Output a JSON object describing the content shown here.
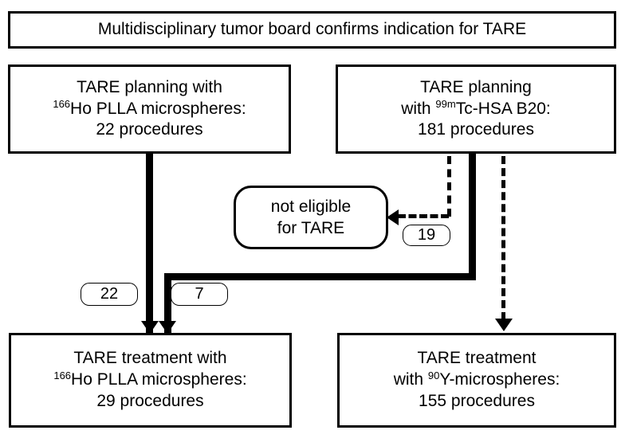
{
  "diagram": {
    "title_box": {
      "text": "Multidisciplinary tumor board confirms indication for TARE"
    },
    "planning_left": {
      "line1": "TARE planning with",
      "line2_sup": "166",
      "line2_rest": "Ho PLLA microspheres:",
      "line3": "22 procedures"
    },
    "planning_right": {
      "line1": "TARE planning",
      "line2_pre": "with ",
      "line2_sup": "99m",
      "line2_rest": "Tc-HSA B20:",
      "line3": "181 procedures"
    },
    "not_eligible": {
      "line1": "not eligible",
      "line2": "for TARE"
    },
    "treatment_left": {
      "line1": "TARE treatment with",
      "line2_sup": "166",
      "line2_rest": "Ho PLLA microspheres:",
      "line3": "29 procedures"
    },
    "treatment_right": {
      "line1": "TARE treatment",
      "line2_pre": "with ",
      "line2_sup": "90",
      "line2_rest": "Y-microspheres:",
      "line3": "155 procedures"
    },
    "edge_labels": {
      "ho_planning_to_treatment": "22",
      "tc_planning_to_ho_treatment": "7",
      "not_eligible_count": "19"
    },
    "colors": {
      "stroke": "#000000",
      "background": "#ffffff"
    }
  }
}
